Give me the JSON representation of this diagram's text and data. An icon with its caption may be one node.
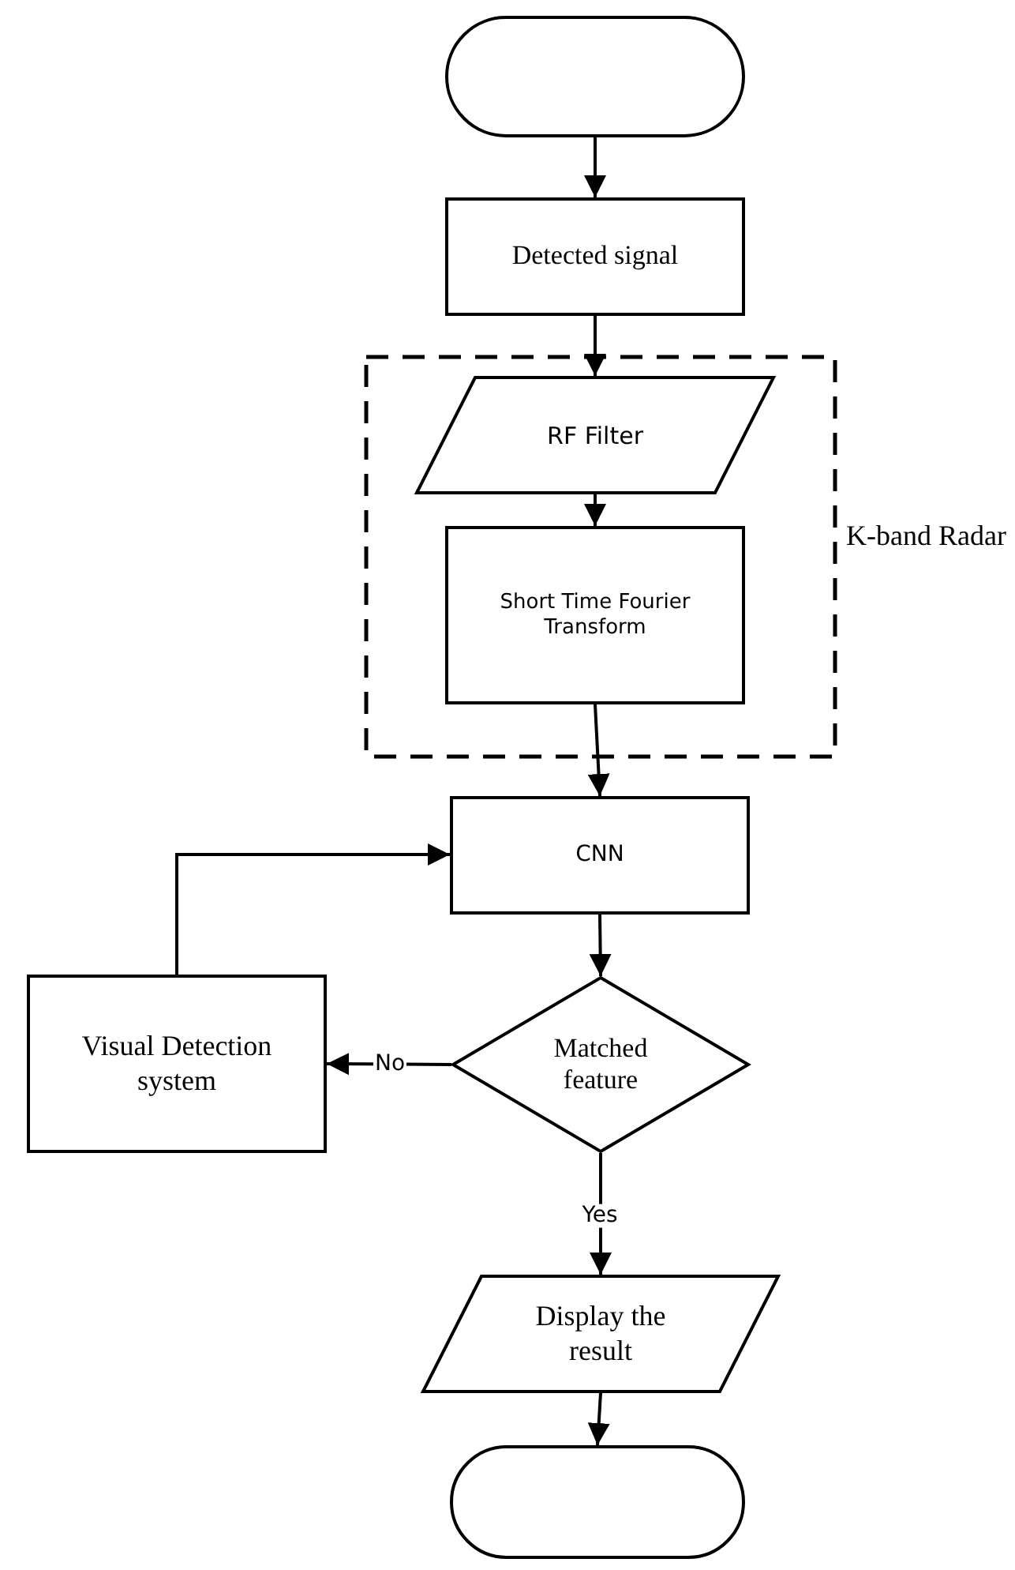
{
  "diagram": {
    "nodes": [
      {
        "text": [],
        "shape": "pill"
      },
      {
        "text": [
          "Detected signal"
        ]
      },
      {
        "text": [
          "K-band Radar"
        ]
      },
      {
        "text": [
          "RF Filter"
        ],
        "in": 2
      },
      {
        "text": [
          "Short Time Fourier Transform"
        ],
        "in": 2
      },
      {
        "text": [
          "CNN"
        ]
      },
      {
        "text": [
          "Matched feature"
        ]
      },
      {
        "text": [
          "Visual Detection system"
        ]
      },
      {
        "text": [
          "Display the result"
        ]
      },
      {
        "text": [],
        "shape": "pill"
      }
    ],
    "edges": [
      {
        "from": 0,
        "to": 1,
        "arrow": "to"
      },
      {
        "from": 1,
        "to": 3,
        "arrow": "to"
      },
      {
        "from": 3,
        "to": 4,
        "arrow": "to"
      },
      {
        "from": 4,
        "to": 5,
        "arrow": "to"
      },
      {
        "from": 5,
        "to": 6,
        "arrow": "to"
      },
      {
        "from": 6,
        "to": 7,
        "arrow": "to",
        "label": "No"
      },
      {
        "from": 7,
        "to": 5,
        "arrow": "to"
      },
      {
        "from": 6,
        "to": 8,
        "arrow": "to",
        "label": "Yes"
      },
      {
        "from": 8,
        "to": 9,
        "arrow": "to"
      }
    ]
  }
}
